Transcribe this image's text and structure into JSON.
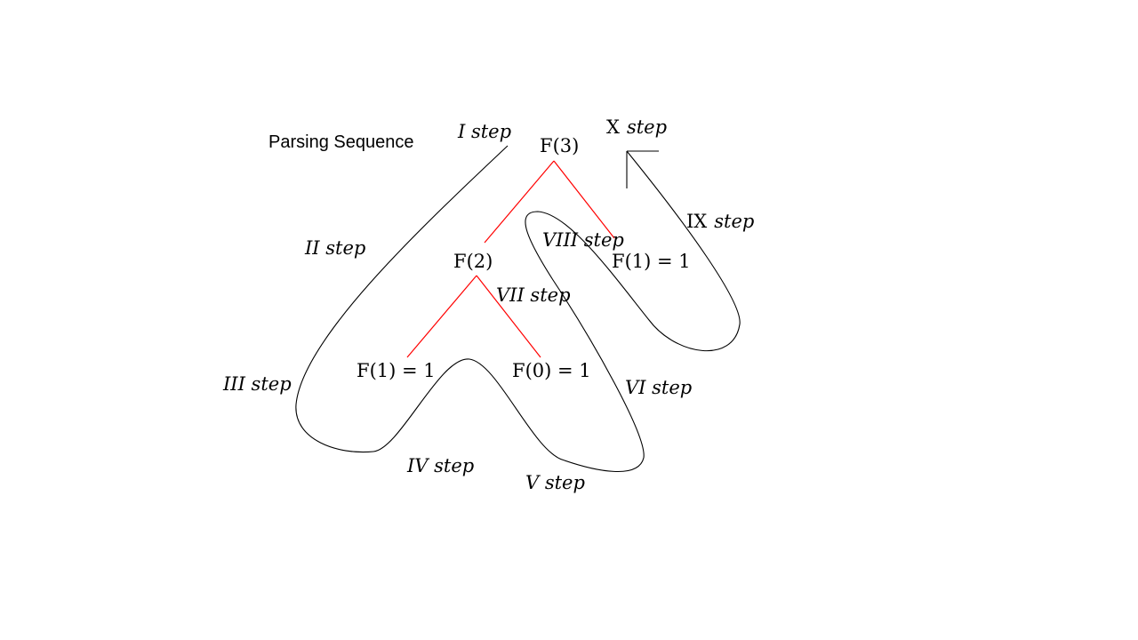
{
  "title": "Parsing Sequence",
  "colors": {
    "tree_edge": "#ff0000",
    "traversal_path": "#000000"
  },
  "nodes": {
    "root": "F(3)",
    "left": "F(2)",
    "right": "F(1) = 1",
    "left_left": "F(1) = 1",
    "left_right": "F(0) = 1"
  },
  "steps": {
    "s1": "I step",
    "s2": "II step",
    "s3": "III step",
    "s4": "IV step",
    "s5": "V step",
    "s6": "VI step",
    "s7": "VII step",
    "s8": "VIII step",
    "s9_numeral": "IX",
    "s9_word": "step",
    "s10_numeral": "X",
    "s10_word": "step"
  }
}
